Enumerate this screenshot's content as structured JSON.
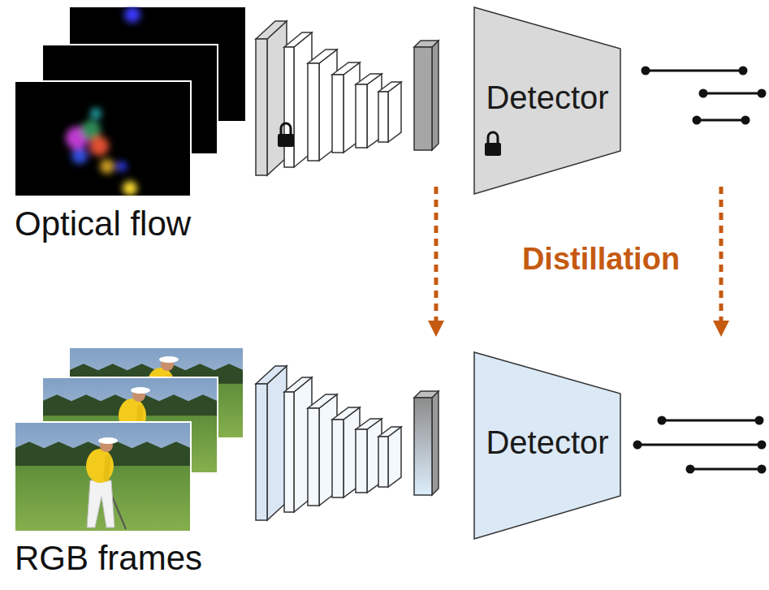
{
  "diagram": {
    "nodes": [
      {
        "text": [
          "Detector"
        ]
      },
      {
        "text": [
          "Detector"
        ]
      }
    ],
    "labels": [
      "Optical flow",
      "Distillation",
      "RGB frames"
    ]
  }
}
